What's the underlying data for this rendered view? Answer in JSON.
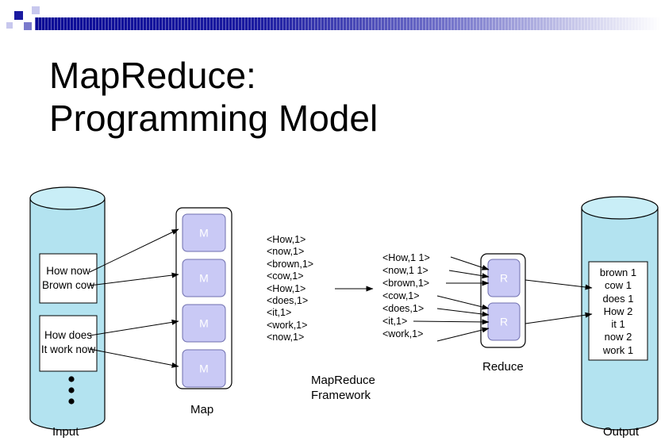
{
  "title": {
    "line1": "MapReduce:",
    "line2": "Programming Model"
  },
  "input": {
    "label": "Input",
    "docs": [
      "How now\nBrown cow",
      "How does\nIt work now"
    ]
  },
  "map": {
    "label": "Map",
    "block_label": "M",
    "block_count": 4
  },
  "intermediate_pairs": [
    "<How,1>",
    "<now,1>",
    "<brown,1>",
    "<cow,1>",
    "<How,1>",
    "<does,1>",
    "<it,1>",
    "<work,1>",
    "<now,1>"
  ],
  "grouped_pairs": [
    "<How,1 1>",
    "<now,1 1>",
    "<brown,1>",
    "<cow,1>",
    "<does,1>",
    "<it,1>",
    "<work,1>"
  ],
  "framework_label": "MapReduce\nFramework",
  "reduce": {
    "label": "Reduce",
    "block_label": "R",
    "block_count": 2
  },
  "output": {
    "label": "Output",
    "results": [
      "brown 1",
      "cow 1",
      "does 1",
      "How 2",
      "it 1",
      "now 2",
      "work 1"
    ]
  },
  "colors": {
    "cylinder_fill": "#b3e3f0",
    "cylinder_top": "#c9eef7",
    "block_fill": "#c9c9f5",
    "block_border": "#6f6fae",
    "header_bar": "#1a1aa0"
  }
}
